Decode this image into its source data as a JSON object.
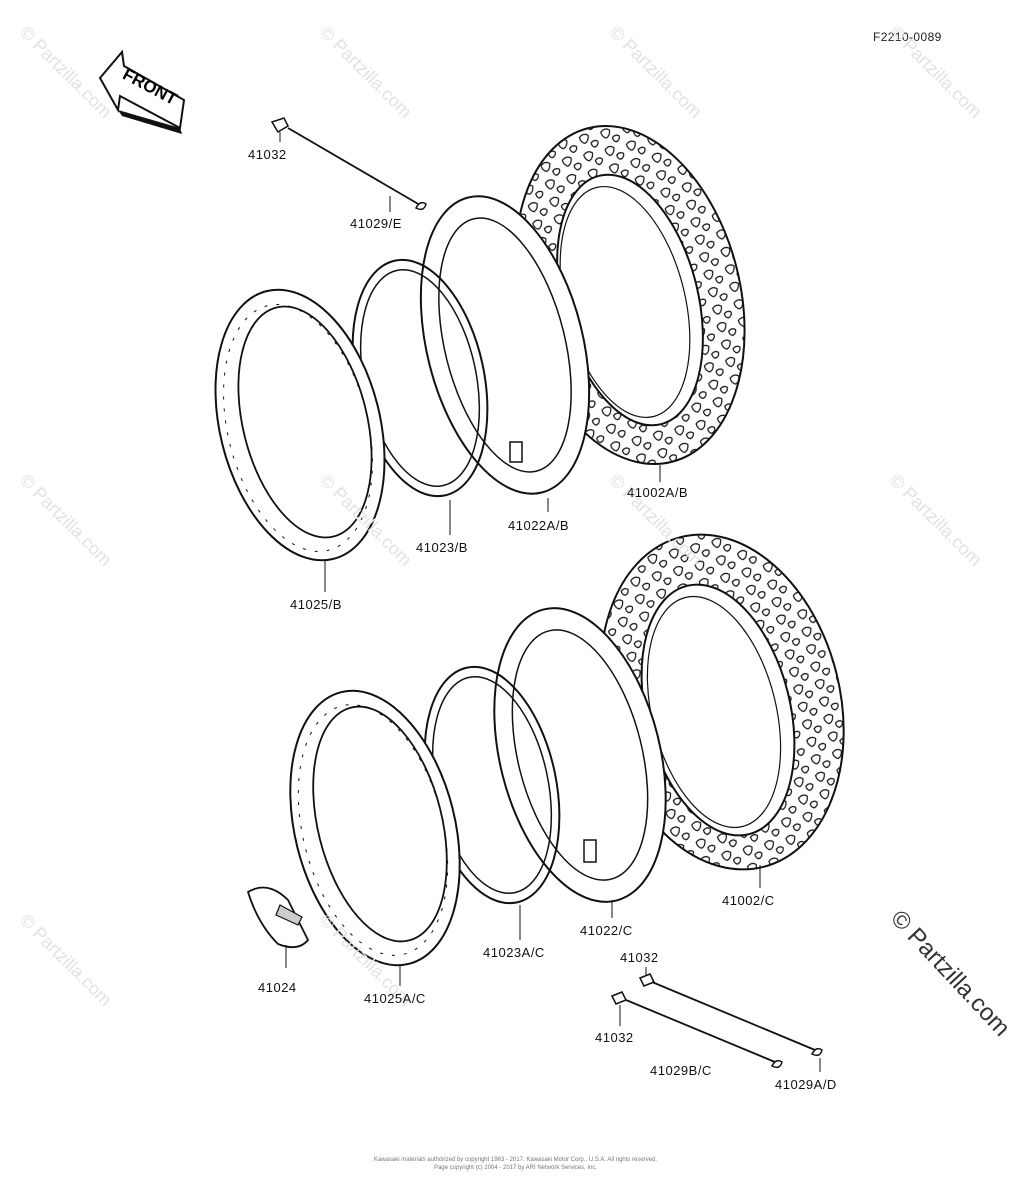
{
  "diagram_code": "F2210-0089",
  "front_label": "FRONT",
  "watermark": "© Partzilla.com",
  "watermark_main": "© Partzilla.com",
  "parts": {
    "p41032_top": "41032",
    "p41029E": "41029/E",
    "p41002AB": "41002A/B",
    "p41022AB": "41022A/B",
    "p41023B": "41023/B",
    "p41025B": "41025/B",
    "p41002C": "41002/C",
    "p41022C": "41022/C",
    "p41023AC": "41023A/C",
    "p41024": "41024",
    "p41025AC": "41025A/C",
    "p41032_mid": "41032",
    "p41032_low": "41032",
    "p41029BC": "41029B/C",
    "p41029AD": "41029A/D"
  },
  "copyright": {
    "line1": "Kawasaki materials authorized by copyright 1963 - 2017, Kawasaki Motor Corp., U.S.A. All rights reserved.",
    "line2": "Page copyright (c) 2004 - 2017 by ARI Network Services, Inc."
  }
}
